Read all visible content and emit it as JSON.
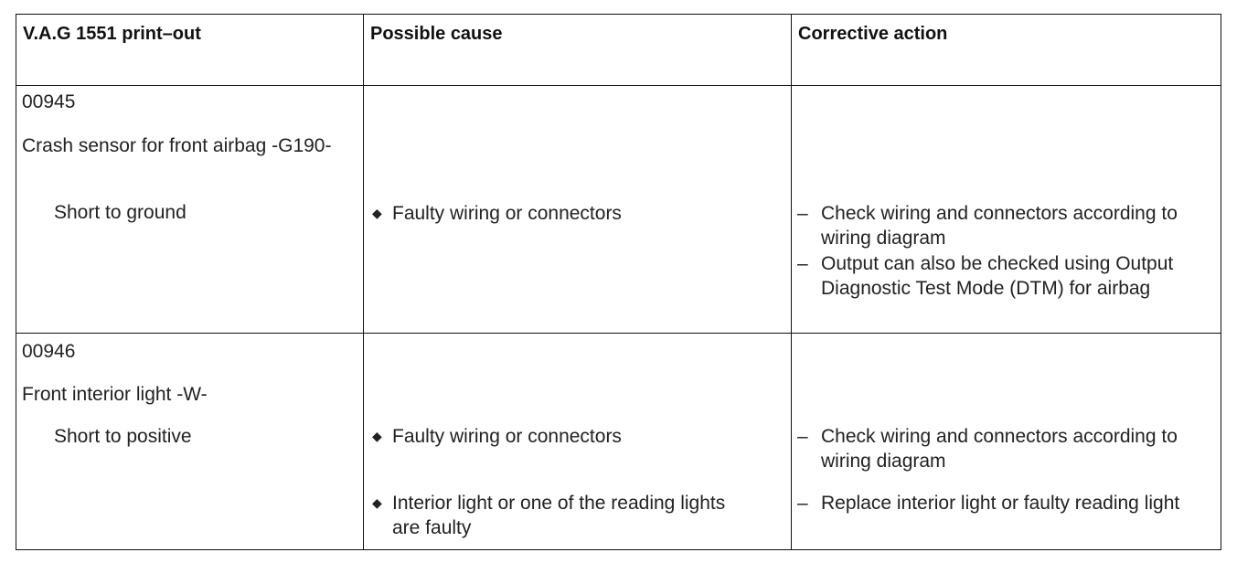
{
  "headers": {
    "col1": "V.A.G 1551 print–out",
    "col2": "Possible cause",
    "col3": "Corrective action"
  },
  "rows": [
    {
      "code": "00945",
      "component": "Crash sensor for front airbag -G190-",
      "fault": "Short to ground",
      "causes": [
        "Faulty wiring or connectors"
      ],
      "actions": [
        "Check wiring and connectors according to wiring diagram",
        "Output can also be checked using Output Diagnostic Test Mode (DTM) for airbag"
      ]
    },
    {
      "code": "00946",
      "component": "Front interior light -W-",
      "fault": "Short to positive",
      "causes": [
        "Faulty wiring or connectors",
        "Interior light or one of the reading lights are faulty"
      ],
      "actions": [
        "Check wiring and connectors according to wiring diagram",
        "Replace interior light or faulty reading light"
      ]
    }
  ],
  "glyphs": {
    "bullet": "◆",
    "dash": "–"
  }
}
